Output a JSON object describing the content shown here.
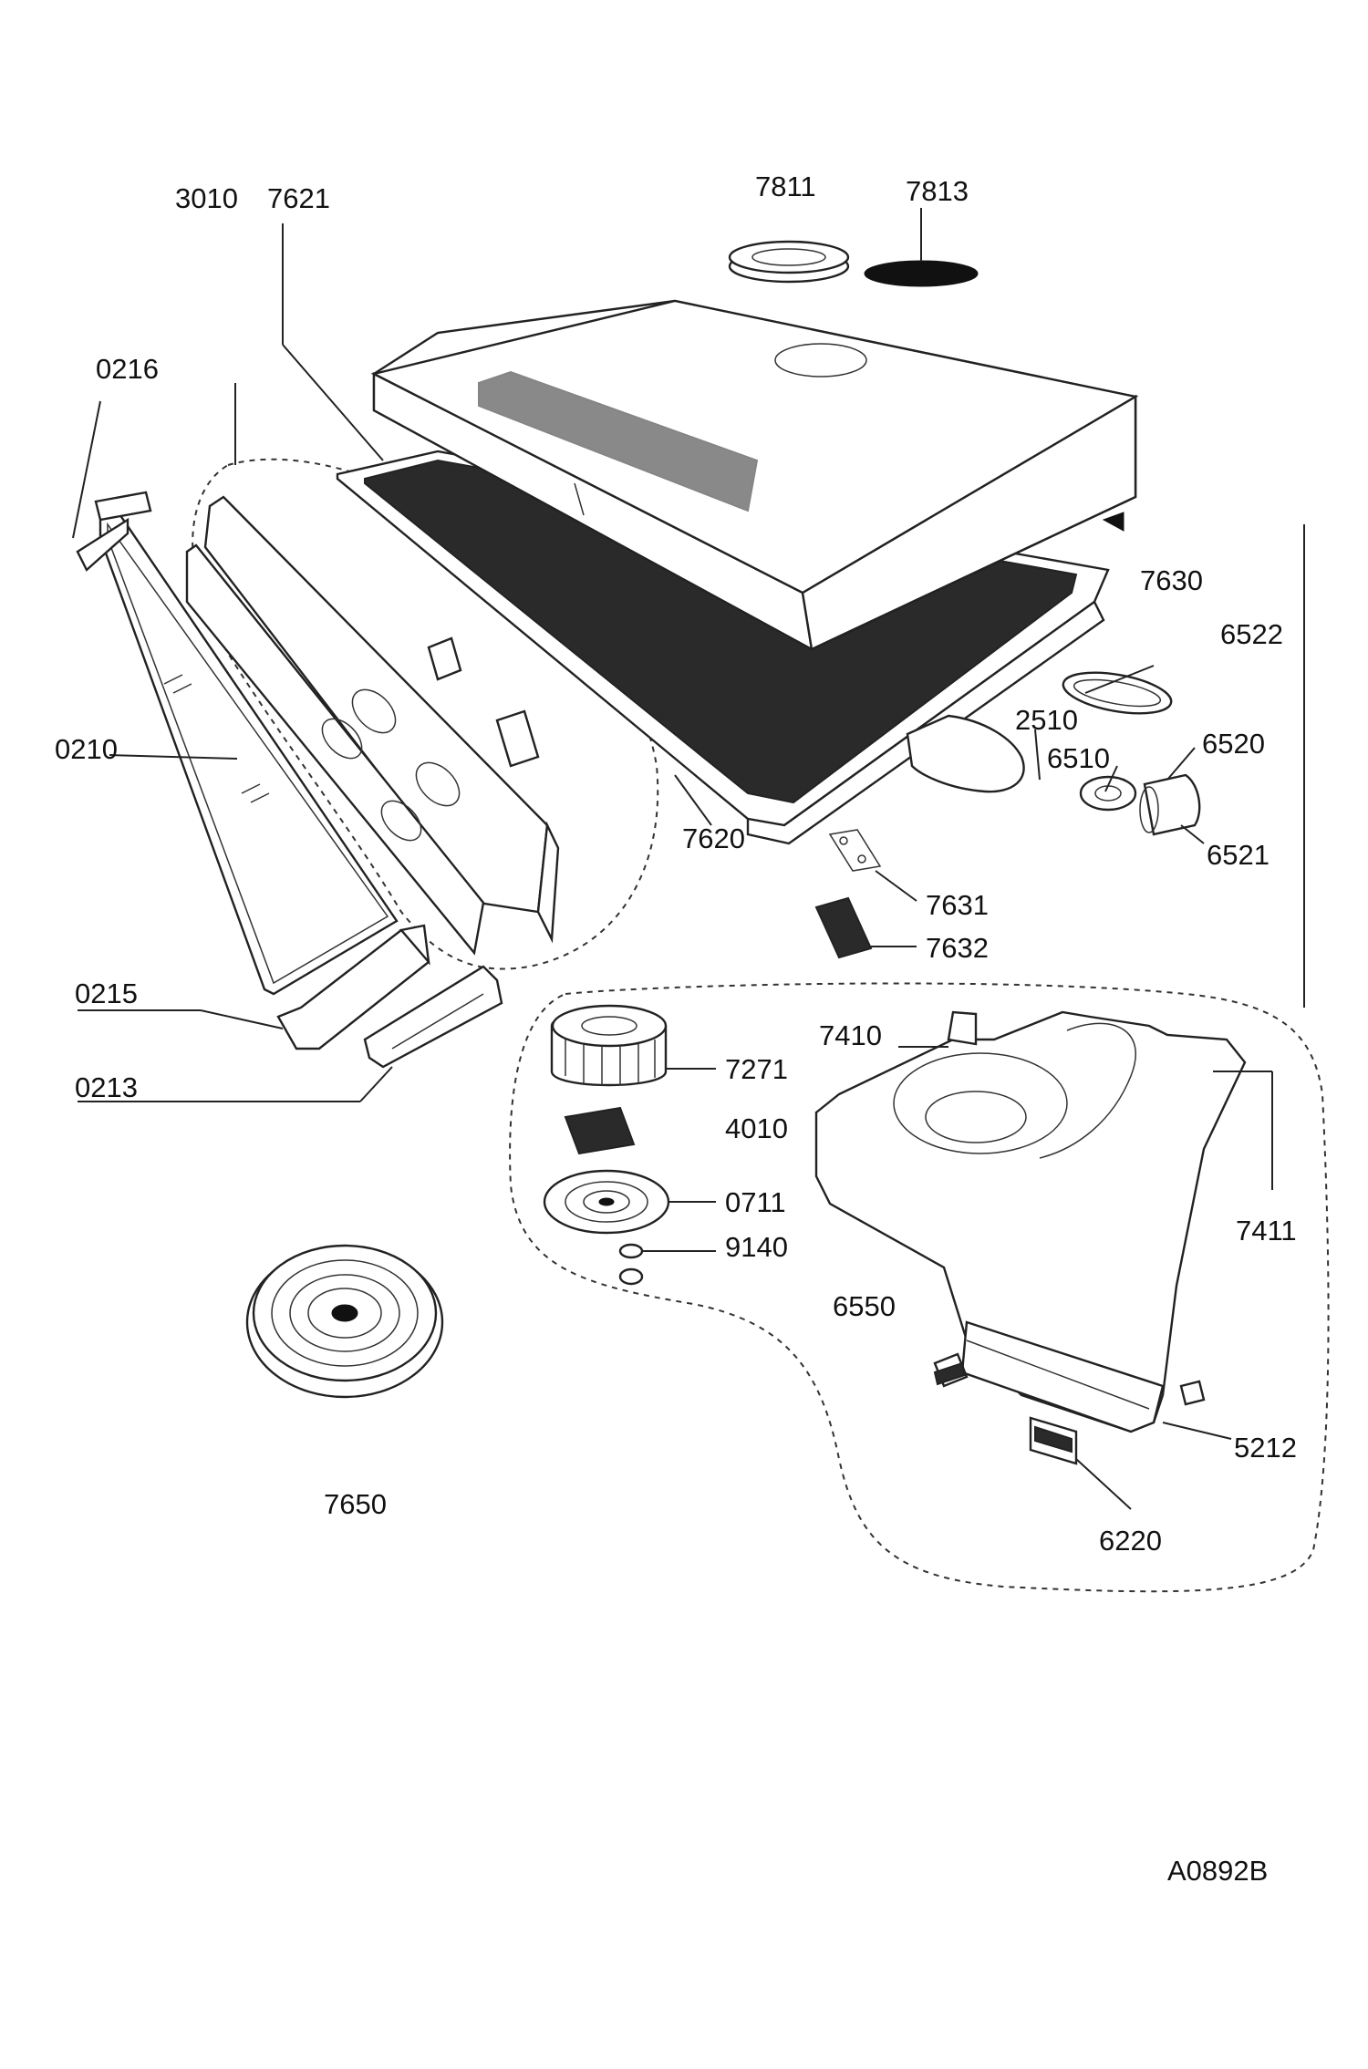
{
  "diagram_code": "A0892B",
  "labels": {
    "p3010": "3010",
    "p7621": "7621",
    "p7811": "7811",
    "p7813": "7813",
    "p0216": "0216",
    "p7630": "7630",
    "p6522": "6522",
    "p2510": "2510",
    "p6520": "6520",
    "p6510": "6510",
    "p0210": "0210",
    "p6521": "6521",
    "p7620": "7620",
    "p7631": "7631",
    "p7632": "7632",
    "p0215": "0215",
    "p7410": "7410",
    "p7271": "7271",
    "p0213": "0213",
    "p4010": "4010",
    "p0711": "0711",
    "p7411": "7411",
    "p9140": "9140",
    "p6550": "6550",
    "p5212": "5212",
    "p7650": "7650",
    "p6220": "6220"
  }
}
